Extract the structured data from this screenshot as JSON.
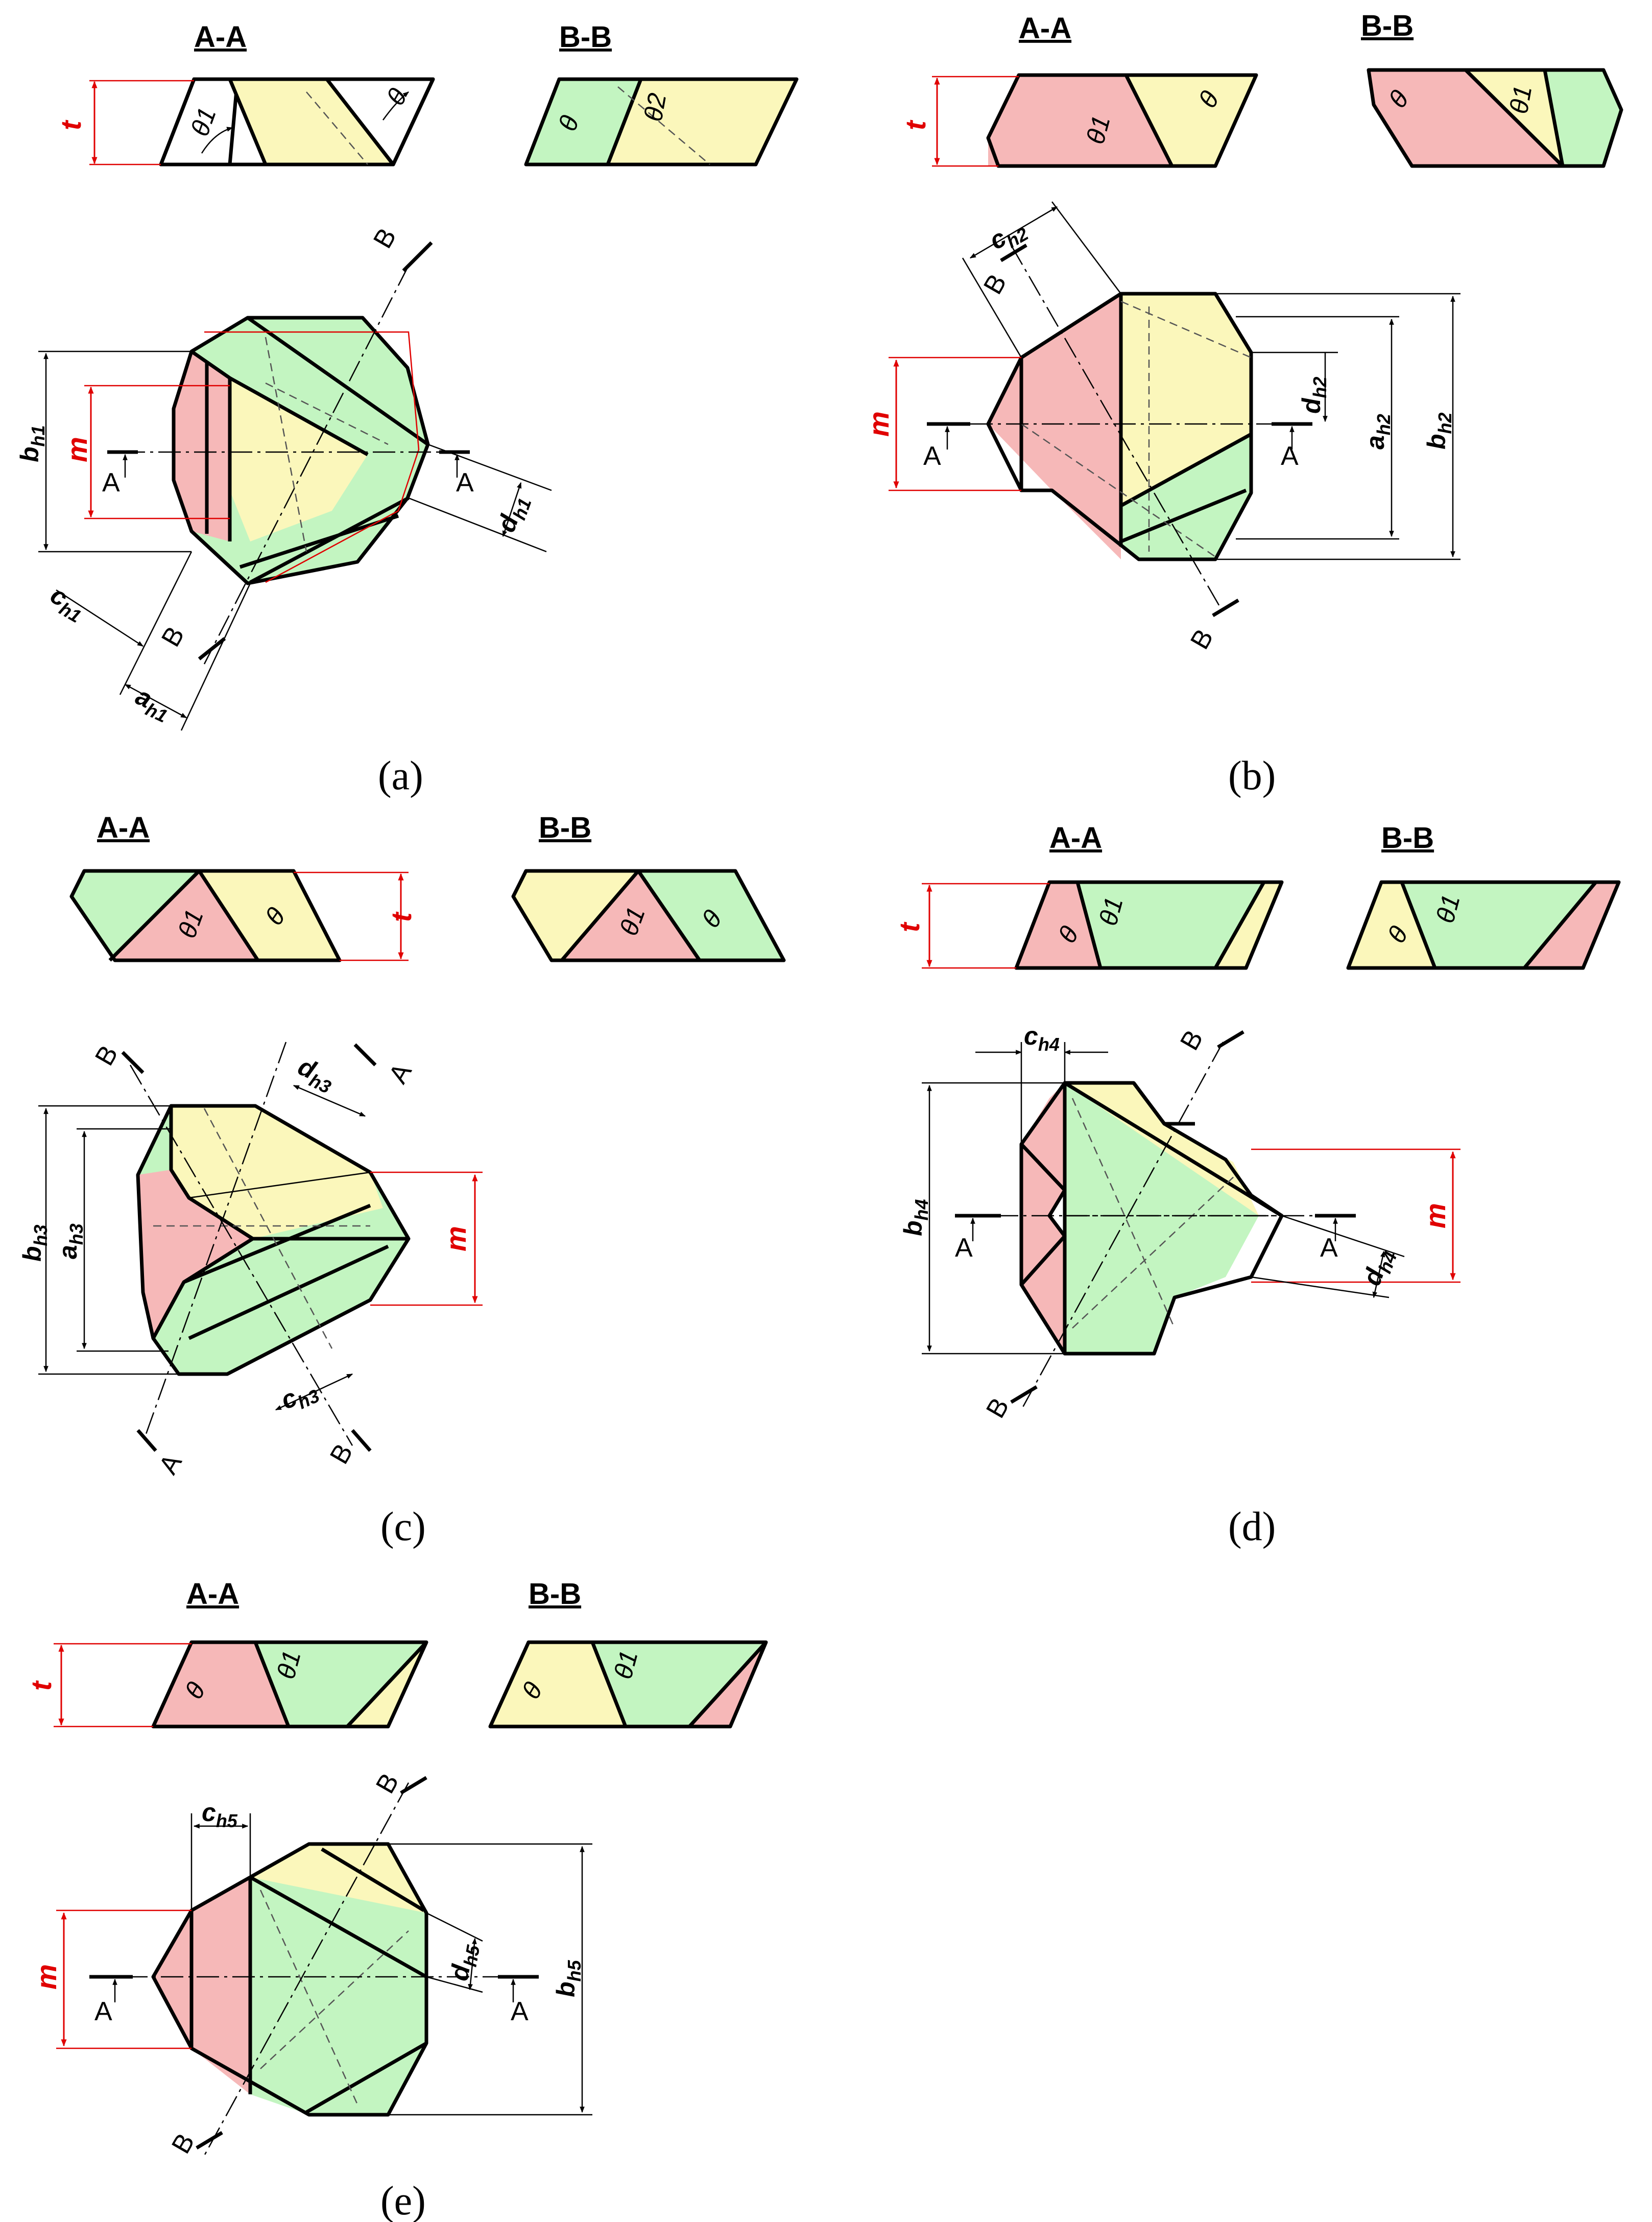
{
  "colors": {
    "pink": "#f6b8b8",
    "yellow": "#fbf7bb",
    "green": "#c3f5c1",
    "edge": "#000000",
    "dim_red": "#e00000"
  },
  "sections": {
    "aa": "A-A",
    "bb": "B-B"
  },
  "angles": {
    "theta": "θ",
    "theta1": "θ1",
    "theta2": "θ2"
  },
  "cut_labels": {
    "a": "A",
    "b": "B"
  },
  "dims": {
    "t": "t",
    "m": "m",
    "b": "b",
    "a": "a",
    "c": "c",
    "d": "d"
  },
  "subs": {
    "h1": "h1",
    "h2": "h2",
    "h3": "h3",
    "h4": "h4",
    "h5": "h5"
  },
  "panels": [
    {
      "id": "a",
      "label": "(a)"
    },
    {
      "id": "b",
      "label": "(b)"
    },
    {
      "id": "c",
      "label": "(c)"
    },
    {
      "id": "d",
      "label": "(d)"
    },
    {
      "id": "e",
      "label": "(e)"
    }
  ]
}
